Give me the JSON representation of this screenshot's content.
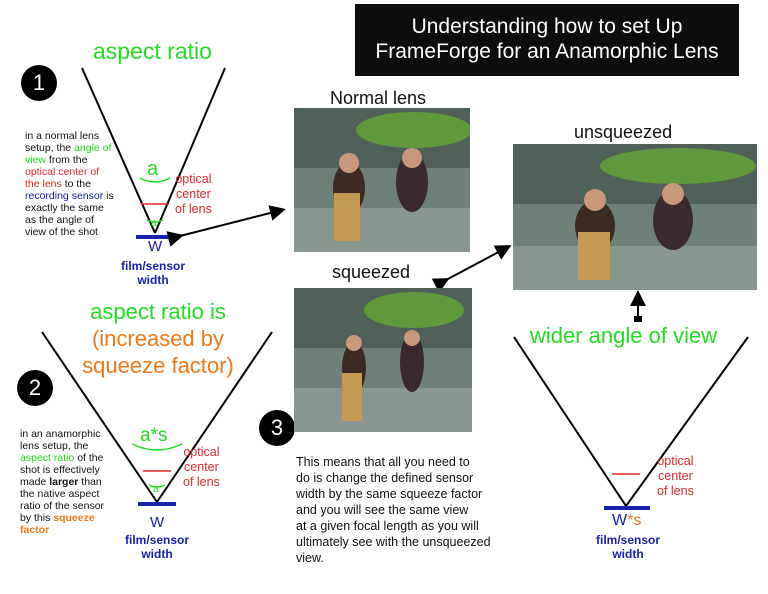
{
  "title": {
    "line1": "Understanding how to set Up",
    "line2": "FrameForge for an Anamorphic Lens"
  },
  "colors": {
    "green": "#22dd22",
    "red": "#e02828",
    "blue": "#1a20b0",
    "orange": "#f07818",
    "black": "#000000"
  },
  "step1": {
    "number": "1",
    "heading": "aspect ratio",
    "angle_big": "a",
    "angle_small": "a",
    "optical": [
      "optical",
      "center",
      "of lens"
    ],
    "w": "W",
    "sensor": [
      "film/sensor",
      "width"
    ],
    "desc": {
      "t1": "in a normal lens setup, the ",
      "t2": "angle of view",
      "t3": " from the ",
      "t4": "optical center of the lens",
      "t5": " to the ",
      "t6": "recording sensor",
      "t7": " is exactly the same as the angle of view of the shot"
    }
  },
  "step2": {
    "number": "2",
    "heading": [
      "aspect ratio is",
      "(increased by",
      "squeeze factor)"
    ],
    "angle_big": "a*s",
    "angle_small": "a",
    "optical": [
      "optical",
      "center",
      "of lens"
    ],
    "w": "W",
    "sensor": [
      "film/sensor",
      "width"
    ],
    "desc": {
      "t1": "in an anamorphic lens setup, the ",
      "t2": "aspect ratio",
      "t3": " of the shot is effectively made ",
      "t4": "larger",
      "t5": " than the native aspect ratio of the sensor by this ",
      "t6": "squeeze factor"
    }
  },
  "step3": {
    "number": "3",
    "text": [
      "This means that all you need to",
      "do is change the defined sensor",
      "width by the same squeeze factor",
      "and you will see the same view",
      "at a given focal length as you will",
      "ultimately see with the unsqueezed",
      "view."
    ]
  },
  "photos": {
    "normal": "Normal lens",
    "squeezed": "squeezed",
    "unsqueezed": "unsqueezed"
  },
  "right": {
    "heading": "wider angle of view",
    "optical": [
      "optical",
      "center",
      "of lens"
    ],
    "w": "W",
    "s": "*s",
    "sensor": [
      "film/sensor",
      "width"
    ]
  }
}
